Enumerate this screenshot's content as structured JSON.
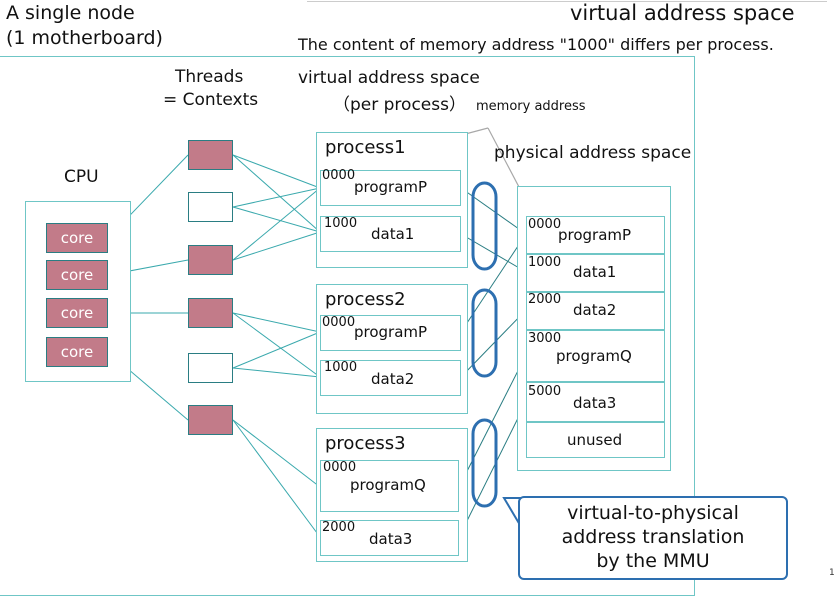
{
  "node": {
    "line1": "A single node",
    "line2": "(1 motherboard)"
  },
  "header": {
    "title": "virtual address space",
    "subtitle": "The content of memory address \"1000\" differs per process."
  },
  "labels": {
    "threads_line1": "Threads",
    "threads_line2": "= Contexts",
    "vas_line1": "virtual address space",
    "vas_line2": "（per process）",
    "memory_address": "memory address",
    "physical_address_space": "physical address space",
    "cpu": "CPU"
  },
  "cores": [
    "core",
    "core",
    "core",
    "core"
  ],
  "processes": [
    {
      "name": "process1",
      "rows": [
        {
          "addr": "0000",
          "label": "programP"
        },
        {
          "addr": "1000",
          "label": "data1"
        }
      ]
    },
    {
      "name": "process2",
      "rows": [
        {
          "addr": "0000",
          "label": "programP"
        },
        {
          "addr": "1000",
          "label": "data2"
        }
      ]
    },
    {
      "name": "process3",
      "rows": [
        {
          "addr": "0000",
          "label": "programQ"
        },
        {
          "addr": "2000",
          "label": "data3"
        }
      ]
    }
  ],
  "physical": [
    {
      "addr": "0000",
      "label": "programP"
    },
    {
      "addr": "1000",
      "label": "data1"
    },
    {
      "addr": "2000",
      "label": "data2"
    },
    {
      "addr": "3000",
      "label": "programQ"
    },
    {
      "addr": "5000",
      "label": "data3"
    },
    {
      "addr": "",
      "label": "unused"
    }
  ],
  "callout": {
    "line1": "virtual-to-physical",
    "line2": "address translation",
    "line3": "by the MMU"
  },
  "page_mark": "1",
  "colors": {
    "teal": "#3aa9ad",
    "rose": "#c27b89",
    "blue": "#2d6fb0",
    "gray": "#a8a8a8"
  }
}
